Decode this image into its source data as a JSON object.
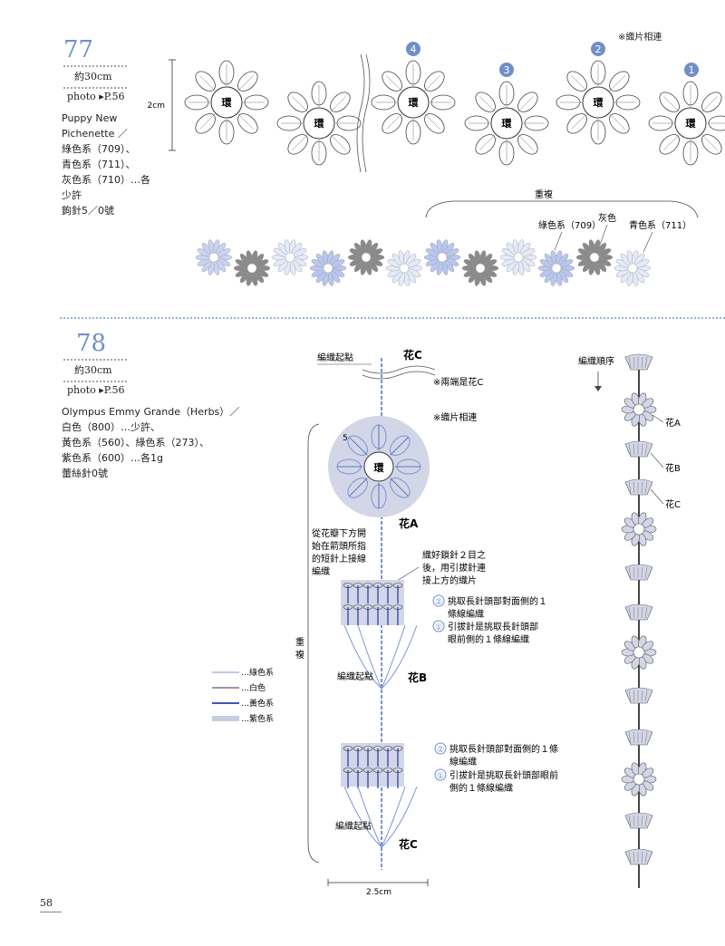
{
  "page_number": "58",
  "p77": {
    "number": "77",
    "length": "約30cm",
    "photo": "photo ▸P.56",
    "yarn_lines": [
      "Puppy New",
      "Pichenette ／",
      "綠色系（709）、",
      "青色系（711）、",
      "灰色系（710）…各",
      "少許",
      "鉤針5／0號"
    ],
    "note": "※織片相連",
    "dim_label": "2cm",
    "center_label": "環",
    "order_marks": [
      "4",
      "3",
      "2",
      "1"
    ],
    "repeat_label": "重複",
    "color_labels": [
      "綠色系（709）",
      "灰色",
      "青色系（711）"
    ]
  },
  "p78": {
    "number": "78",
    "length": "約30cm",
    "photo": "photo ▸P.56",
    "yarn_lines": [
      "Olympus Emmy Grande（Herbs）／",
      "白色（800）…少許、",
      "黃色系（560）、綠色系（273）、",
      "紫色系（600）…各1g",
      "蕾絲針0號"
    ],
    "start_label": "編織起點",
    "flower_c": "花C",
    "note_ends": "※兩端是花C",
    "note_join": "※織片相連",
    "five": "5",
    "center_label": "環",
    "flower_a": "花A",
    "flower_b": "花B",
    "side_note": [
      "從花瓣下方開",
      "始在箭頭所指",
      "的短針上接線",
      "編織"
    ],
    "join_note": [
      "織好鎖針２目之",
      "後，用引拔針連",
      "接上方的織片"
    ],
    "circ1": "②",
    "circ2": "①",
    "b_note2": [
      "挑取長針頭部對面側的１",
      "條線編織"
    ],
    "b_note1": [
      "引拔針是挑取長針頭部",
      "眼前側的１條線編織"
    ],
    "c_note2": [
      "挑取長針頭部對面側的１條",
      "線編織"
    ],
    "c_note1": [
      "引拔針是挑取長針頭部眼前",
      "側的１條線編織"
    ],
    "repeat_label": "重複",
    "start_b": "編織起點",
    "start_c": "編織起點",
    "width_label": "2.5cm",
    "legend": [
      "…綠色系",
      "…白色",
      "…黃色系",
      "…紫色系"
    ],
    "order_title": "編織順序",
    "order_labels": [
      "花A",
      "花B",
      "花C"
    ]
  },
  "colors": {
    "accent": "#6f8fc8",
    "blue_line": "#7d93d6",
    "lavender": "#d2d6e6",
    "gray_flower": "#8a8a8a",
    "light_blue_flower": "#cfd8f2"
  }
}
